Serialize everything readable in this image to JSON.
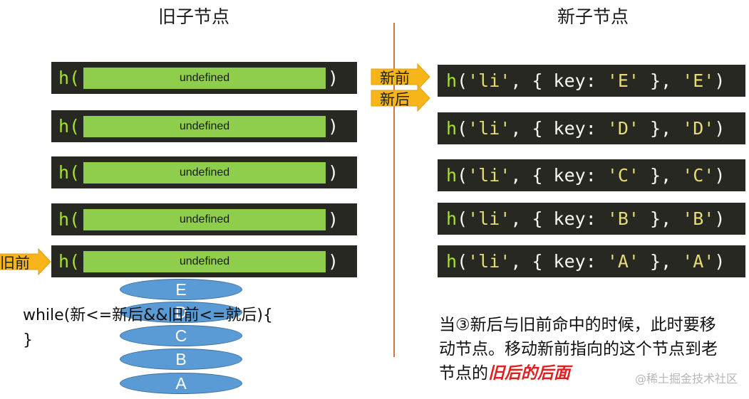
{
  "titles": {
    "old": "旧子节点",
    "new": "新子节点"
  },
  "old_nodes": {
    "prefix": "h(",
    "suffix": ")",
    "items": [
      "undefined",
      "undefined",
      "undefined",
      "undefined",
      "undefined"
    ]
  },
  "new_nodes": {
    "items": [
      {
        "fn": "h",
        "open": "(",
        "tag": "'li'",
        "mid1": ", { key: ",
        "key": "'E'",
        "mid2": " }, ",
        "text": "'E'",
        "close": ")"
      },
      {
        "fn": "h",
        "open": "(",
        "tag": "'li'",
        "mid1": ", { key: ",
        "key": "'D'",
        "mid2": " }, ",
        "text": "'D'",
        "close": ")"
      },
      {
        "fn": "h",
        "open": "(",
        "tag": "'li'",
        "mid1": ", { key: ",
        "key": "'C'",
        "mid2": " }, ",
        "text": "'C'",
        "close": ")"
      },
      {
        "fn": "h",
        "open": "(",
        "tag": "'li'",
        "mid1": ", { key: ",
        "key": "'B'",
        "mid2": " }, ",
        "text": "'B'",
        "close": ")"
      },
      {
        "fn": "h",
        "open": "(",
        "tag": "'li'",
        "mid1": ", { key: ",
        "key": "'A'",
        "mid2": " }, ",
        "text": "'A'",
        "close": ")"
      }
    ]
  },
  "pointers": {
    "new_front": "新前",
    "new_back": "新后",
    "old_front": "旧前"
  },
  "stack": [
    "E",
    "D",
    "C",
    "B",
    "A"
  ],
  "loop": {
    "line1": "while(新<=新后&&旧前<=就后){",
    "line2": "}"
  },
  "note": {
    "text": "当③新后与旧前命中的时候，此时要移动节点。移动新前指向的这个节点到老节点的",
    "highlight": "旧后的后面"
  },
  "watermark": "@稀土掘金技术社区",
  "colors": {
    "code_bg": "#272822",
    "code_fn": "#a6e22e",
    "code_str": "#e6db74",
    "code_text": "#f8f8f2",
    "placeholder_fill": "#8fce4c",
    "pointer_fill": "#f7b51a",
    "stack_fill": "#5b9bd5",
    "divider": "#d9743a",
    "highlight": "#e02020"
  }
}
